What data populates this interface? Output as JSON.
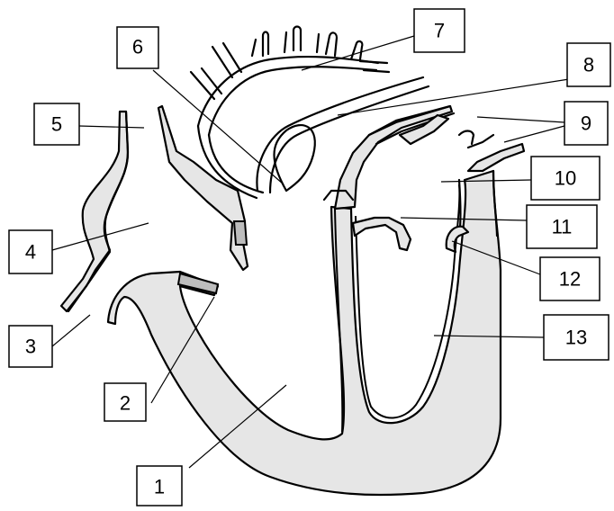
{
  "labels": [
    {
      "id": "1",
      "text": "1"
    },
    {
      "id": "2",
      "text": "2"
    },
    {
      "id": "3",
      "text": "3"
    },
    {
      "id": "4",
      "text": "4"
    },
    {
      "id": "5",
      "text": "5"
    },
    {
      "id": "6",
      "text": "6"
    },
    {
      "id": "7",
      "text": "7"
    },
    {
      "id": "8",
      "text": "8"
    },
    {
      "id": "9",
      "text": "9"
    },
    {
      "id": "10",
      "text": "10"
    },
    {
      "id": "11",
      "text": "11"
    },
    {
      "id": "12",
      "text": "12"
    },
    {
      "id": "13",
      "text": "13"
    }
  ],
  "colors": {
    "wall_fill": "#e6e6e6",
    "valve_fill": "#bdbdbd",
    "line": "#000000",
    "background": "#ffffff"
  }
}
